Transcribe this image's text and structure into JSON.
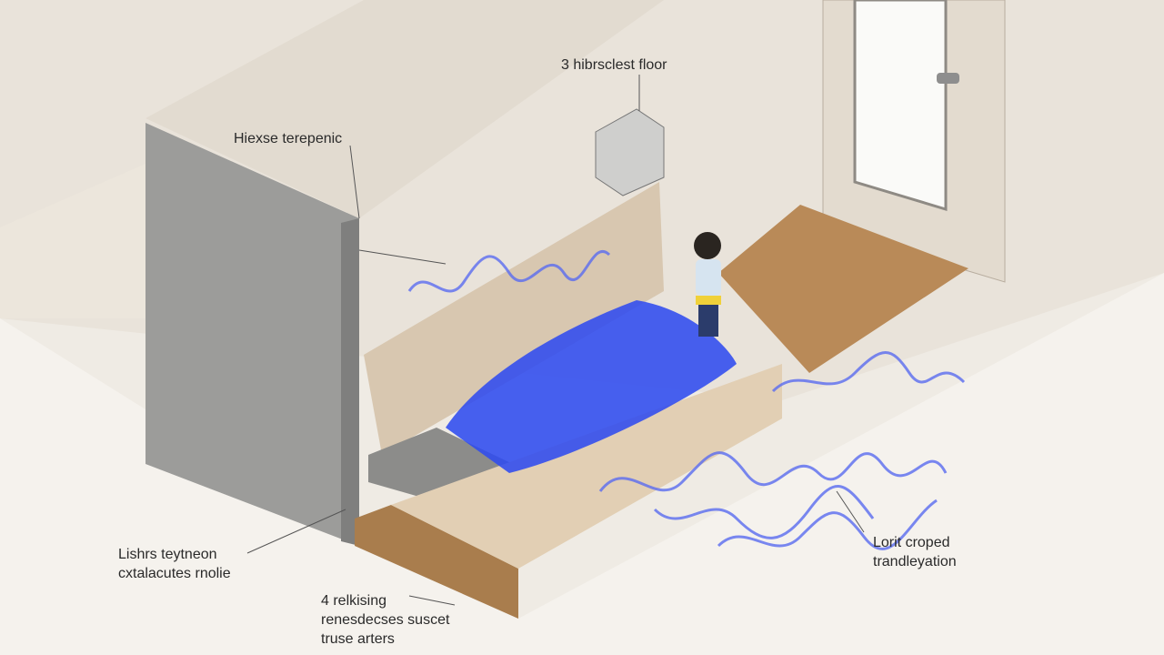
{
  "labels": {
    "top": "3 hibrsclest floor",
    "upper_left": "Hiexse terepenic",
    "lower_left": [
      "Lishrs teytneon",
      "cxtalacutes rnolie"
    ],
    "bottom_center": [
      "4 relkising",
      "renesdecses suscet",
      "truse arters"
    ],
    "right": [
      "Lorit croped",
      "trandleyation"
    ]
  },
  "colors": {
    "wall": "#e7e1d8",
    "floor": "#f4f1ec",
    "concrete": "#9a9a98",
    "cork": "#b98a58",
    "water": "#2f4bef"
  }
}
